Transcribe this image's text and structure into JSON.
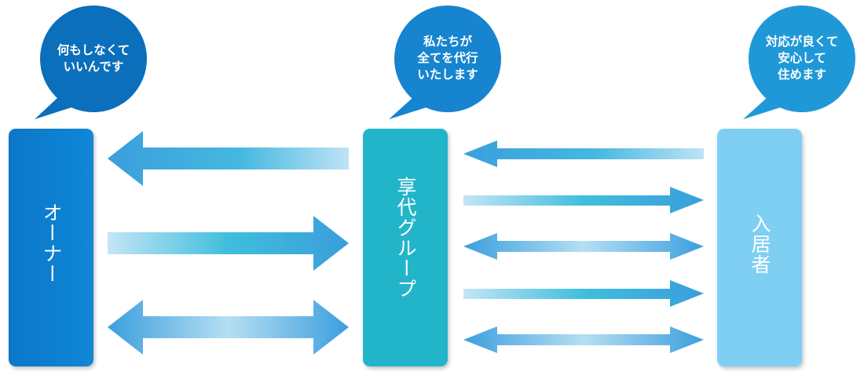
{
  "colors": {
    "owner_box": "#0c7ccf",
    "group_box": "#20b4c9",
    "resident_box": "#7ecff2",
    "bubble_dark": "#0a6db9",
    "bubble_mid": "#1586cf",
    "bubble_light": "#1f9ad8",
    "arrow_blue": "#3ea2de",
    "arrow_teal": "#2ab9d8",
    "arrow_pale": "#b8e1f5"
  },
  "entities": {
    "owner": {
      "label": "オーナー"
    },
    "group": {
      "label": "享代グループ"
    },
    "resident": {
      "label": "入居者"
    }
  },
  "bubbles": {
    "owner": {
      "lines": [
        "何もしなくて",
        "いいんです"
      ]
    },
    "group": {
      "lines": [
        "私たちが",
        "全てを代行",
        "いたします"
      ]
    },
    "resident": {
      "lines": [
        "対応が良くて",
        "安心して",
        "住めます"
      ]
    }
  },
  "arrows": {
    "owner_group": [
      "to-owner",
      "to-group",
      "both"
    ],
    "group_resident": [
      "to-group",
      "to-resident",
      "both",
      "to-resident",
      "both"
    ]
  }
}
